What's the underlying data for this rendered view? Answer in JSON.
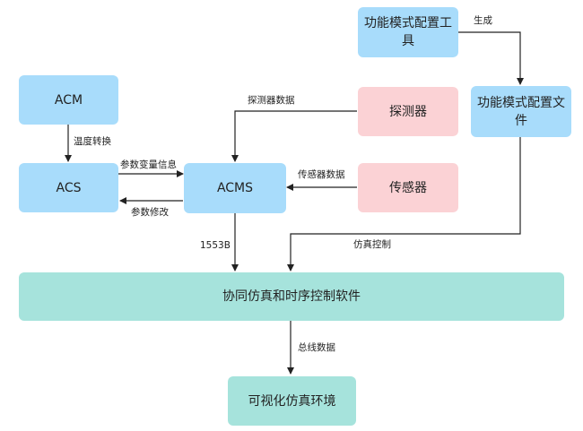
{
  "nodes": {
    "tool": "功能模式配置工具",
    "acm": "ACM",
    "acs": "ACS",
    "acms": "ACMS",
    "detector": "探测器",
    "sensor": "传感器",
    "mode_file": "功能模式配置文件",
    "cosim": "协同仿真和时序控制软件",
    "visual": "可视化仿真环境"
  },
  "edges": {
    "generate": "生成",
    "temp_convert": "温度转换",
    "param_info": "参数变量信息",
    "param_modify": "参数修改",
    "detector_data": "探测器数据",
    "sensor_data": "传感器数据",
    "bus_1553b": "1553B",
    "sim_control": "仿真控制",
    "bus_data": "总线数据"
  },
  "colors": {
    "blue_box": "#a8dcfb",
    "pink_box": "#fbd2d5",
    "teal_box": "#a6e3dc",
    "line": "#222222"
  }
}
